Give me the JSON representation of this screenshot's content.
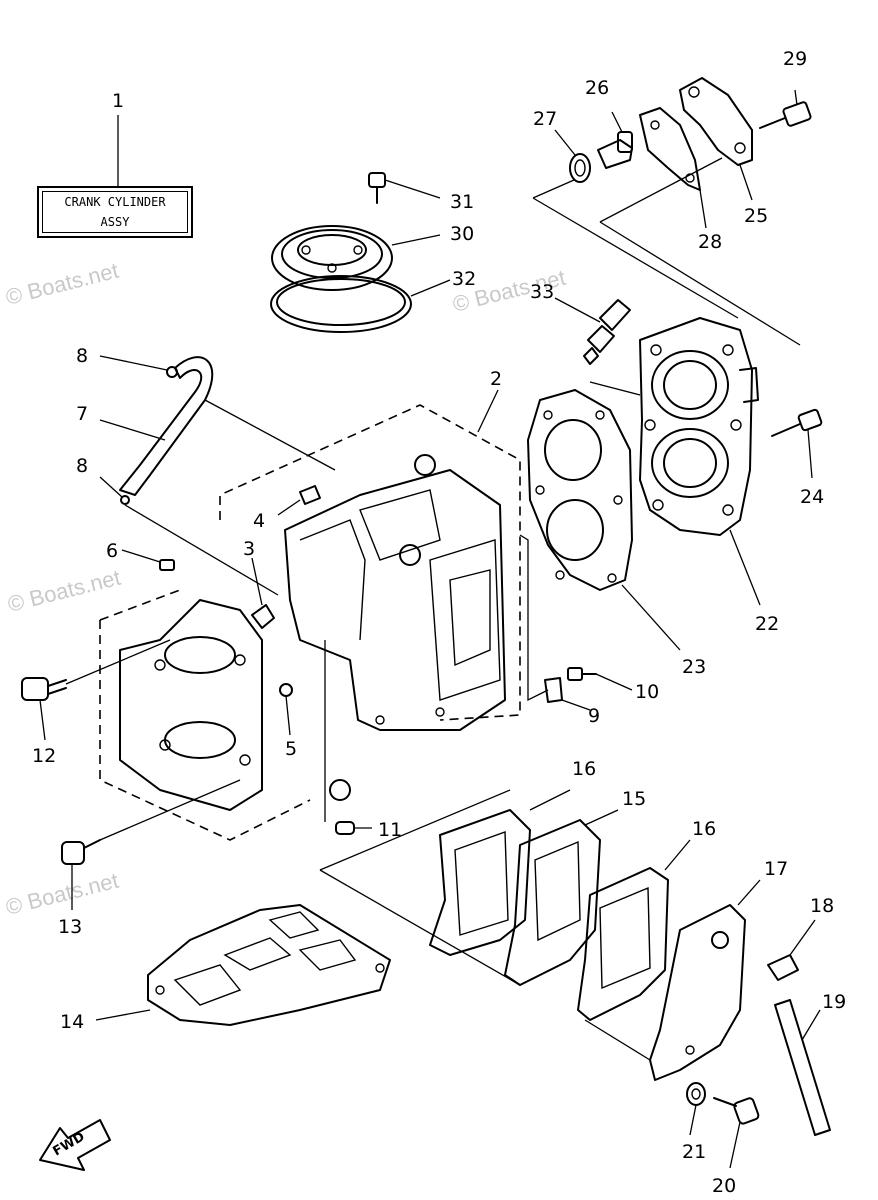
{
  "diagram": {
    "assembly_label": {
      "line1": "CRANK CYLINDER",
      "line2": "ASSY"
    },
    "watermark": "© Boats.net",
    "fwd_label": "FWD",
    "callouts": [
      {
        "id": "c1",
        "text": "1"
      },
      {
        "id": "c2",
        "text": "2"
      },
      {
        "id": "c3",
        "text": "3"
      },
      {
        "id": "c4",
        "text": "4"
      },
      {
        "id": "c5",
        "text": "5"
      },
      {
        "id": "c6",
        "text": "6"
      },
      {
        "id": "c7",
        "text": "7"
      },
      {
        "id": "c8a",
        "text": "8"
      },
      {
        "id": "c8b",
        "text": "8"
      },
      {
        "id": "c9",
        "text": "9"
      },
      {
        "id": "c10",
        "text": "10"
      },
      {
        "id": "c11",
        "text": "11"
      },
      {
        "id": "c12",
        "text": "12"
      },
      {
        "id": "c13",
        "text": "13"
      },
      {
        "id": "c14",
        "text": "14"
      },
      {
        "id": "c15",
        "text": "15"
      },
      {
        "id": "c16a",
        "text": "16"
      },
      {
        "id": "c16b",
        "text": "16"
      },
      {
        "id": "c17",
        "text": "17"
      },
      {
        "id": "c18",
        "text": "18"
      },
      {
        "id": "c19",
        "text": "19"
      },
      {
        "id": "c20",
        "text": "20"
      },
      {
        "id": "c21",
        "text": "21"
      },
      {
        "id": "c22",
        "text": "22"
      },
      {
        "id": "c23",
        "text": "23"
      },
      {
        "id": "c24",
        "text": "24"
      },
      {
        "id": "c25",
        "text": "25"
      },
      {
        "id": "c26",
        "text": "26"
      },
      {
        "id": "c27",
        "text": "27"
      },
      {
        "id": "c28",
        "text": "28"
      },
      {
        "id": "c29",
        "text": "29"
      },
      {
        "id": "c30",
        "text": "30"
      },
      {
        "id": "c31",
        "text": "31"
      },
      {
        "id": "c32",
        "text": "32"
      },
      {
        "id": "c33",
        "text": "33"
      }
    ]
  }
}
